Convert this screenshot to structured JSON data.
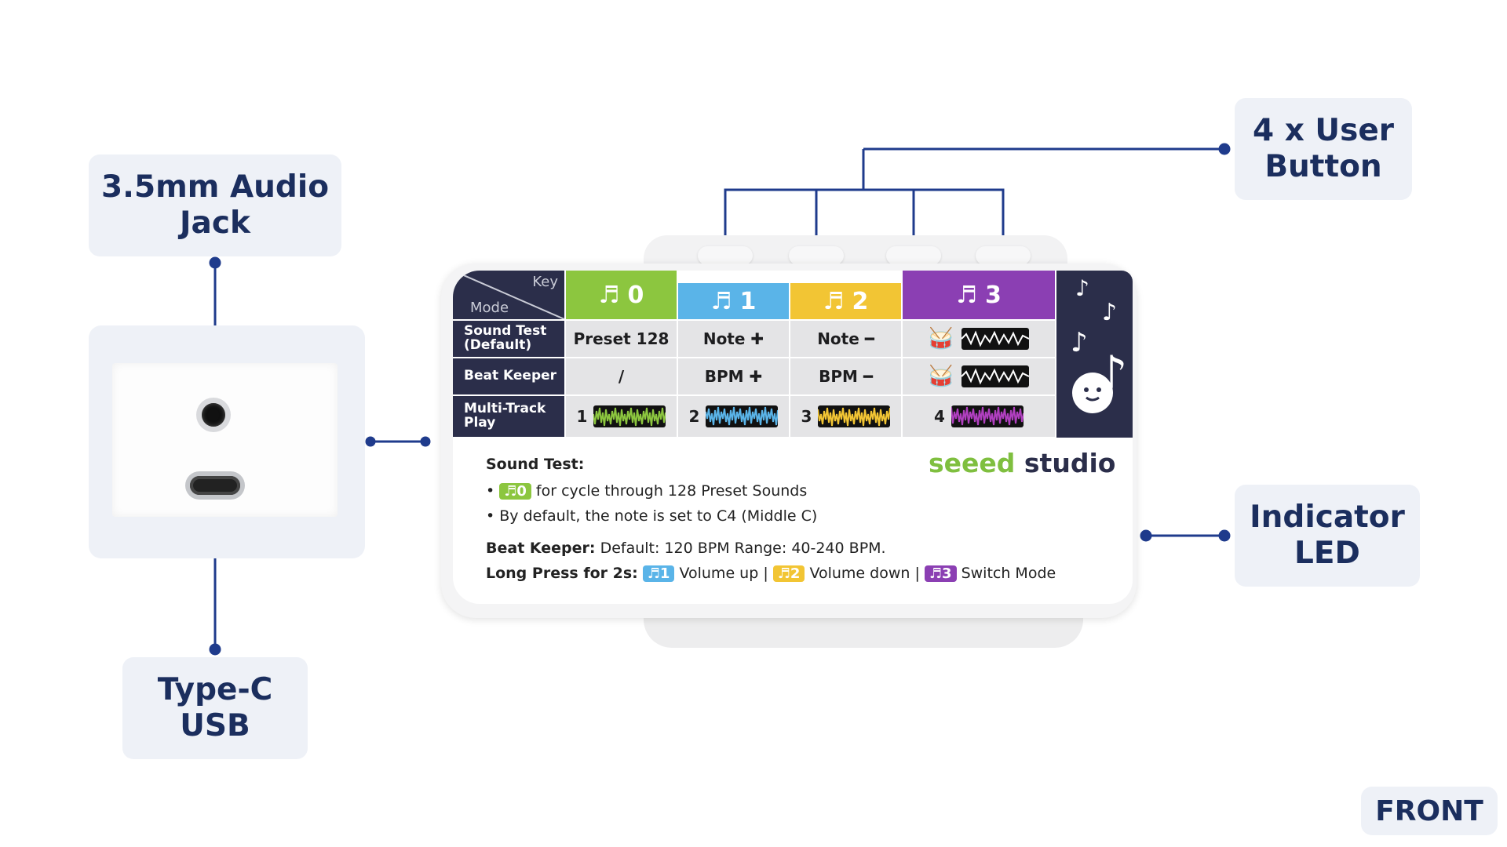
{
  "callouts": {
    "audio_jack": [
      "3.5mm Audio",
      "Jack"
    ],
    "type_c": [
      "Type-C",
      "USB"
    ],
    "user_button": [
      "4 x User",
      "Button"
    ],
    "indicator_led": [
      "Indicator",
      "LED"
    ],
    "front": "FRONT"
  },
  "table": {
    "corner_key": "Key",
    "corner_mode": "Mode",
    "keys": [
      {
        "symbol": "♬",
        "num": "0",
        "color": "#8cc63f"
      },
      {
        "symbol": "♬",
        "num": "1",
        "color": "#5ab4e8"
      },
      {
        "symbol": "♬",
        "num": "2",
        "color": "#f2c534"
      },
      {
        "symbol": "♬",
        "num": "3",
        "color": "#8b3fb3"
      }
    ],
    "modes": [
      {
        "label1": "Sound Test",
        "label2": "(Default)",
        "cells": [
          "Preset 128",
          "Note ✚",
          "Note ━",
          "drum"
        ]
      },
      {
        "label1": "Beat Keeper",
        "label2": "",
        "cells": [
          "/",
          "BPM ✚",
          "BPM ━",
          "drum"
        ]
      },
      {
        "label1": "Multi-Track",
        "label2": "Play",
        "cells": [
          "1",
          "2",
          "3",
          "4"
        ]
      }
    ],
    "wave_colors": [
      "#8cc63f",
      "#5ab4e8",
      "#f2c534",
      "#b03fbf"
    ]
  },
  "instructions": {
    "sound_test_title": "Sound Test:",
    "bullet1_key": "♬0",
    "bullet1_text": "for cycle through 128 Preset Sounds",
    "bullet2_text": "By default, the note is set to C4 (Middle C)",
    "beat_title": "Beat Keeper:",
    "beat_text": "Default: 120 BPM Range: 40-240 BPM.",
    "long_title": "Long Press for 2s:",
    "k1": "♬1",
    "k1_text": "Volume up |",
    "k2": "♬2",
    "k2_text": "Volume down |",
    "k3": "♬3",
    "k3_text": "Switch Mode"
  },
  "brand": {
    "part1": "seeed",
    "part2": " studio"
  }
}
